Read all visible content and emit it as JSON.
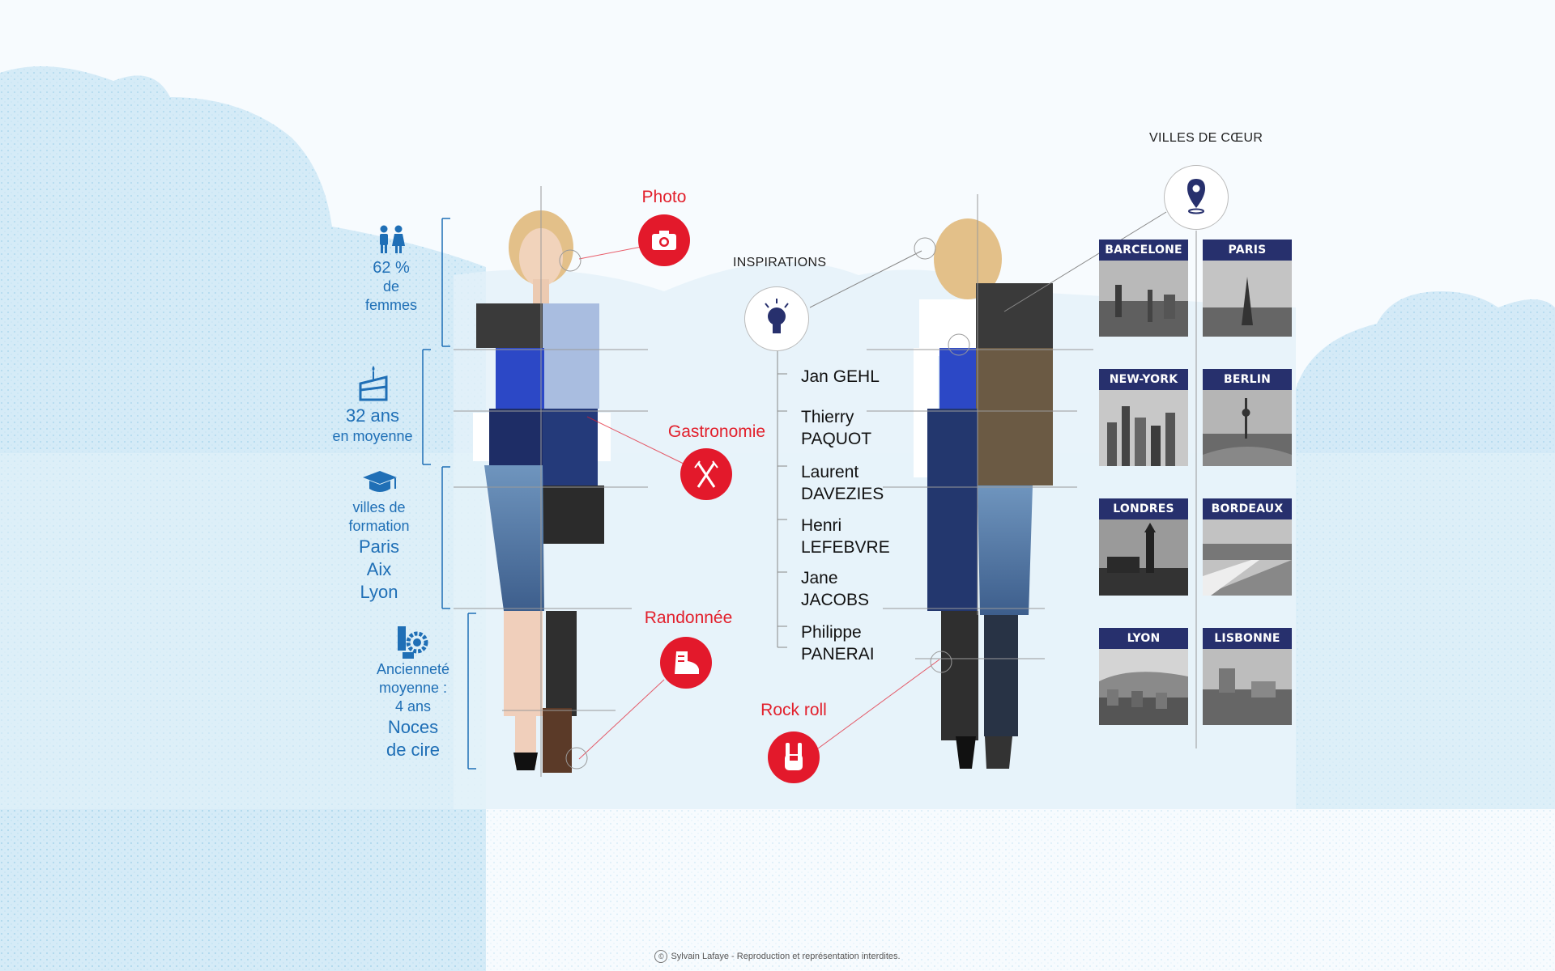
{
  "stats": {
    "women_percent": "62 %",
    "women_line2": "de",
    "women_line3": "femmes",
    "age_value": "32 ans",
    "age_line2": "en moyenne",
    "training_line1": "villes de",
    "training_line2": "formation",
    "training_cities": [
      "Paris",
      "Aix",
      "Lyon"
    ],
    "seniority_line1": "Ancienneté",
    "seniority_line2": "moyenne :",
    "seniority_line3": "4 ans",
    "seniority_big1": "Noces",
    "seniority_big2": "de cire"
  },
  "hobbies": {
    "photo": "Photo",
    "gastronomy": "Gastronomie",
    "hiking": "Randonnée",
    "rock": "Rock roll"
  },
  "inspirations": {
    "title": "INSPIRATIONS",
    "people": [
      {
        "first": "Jan GEHL",
        "last": ""
      },
      {
        "first": "Thierry",
        "last": "PAQUOT"
      },
      {
        "first": "Laurent",
        "last": "DAVEZIES"
      },
      {
        "first": "Henri",
        "last": "LEFEBVRE"
      },
      {
        "first": "Jane",
        "last": "JACOBS"
      },
      {
        "first": "Philippe",
        "last": "PANERAI"
      }
    ]
  },
  "cities": {
    "title": "VILLES DE CŒUR",
    "list": [
      "BARCELONE",
      "PARIS",
      "NEW-YORK",
      "BERLIN",
      "LONDRES",
      "BORDEAUX",
      "LYON",
      "LISBONNE"
    ]
  },
  "footer": "Sylvain Lafaye - Reproduction et représentation interdites.",
  "colors": {
    "accent_red": "#e3192b",
    "accent_blue": "#1f6fb6",
    "navy": "#27306d"
  }
}
